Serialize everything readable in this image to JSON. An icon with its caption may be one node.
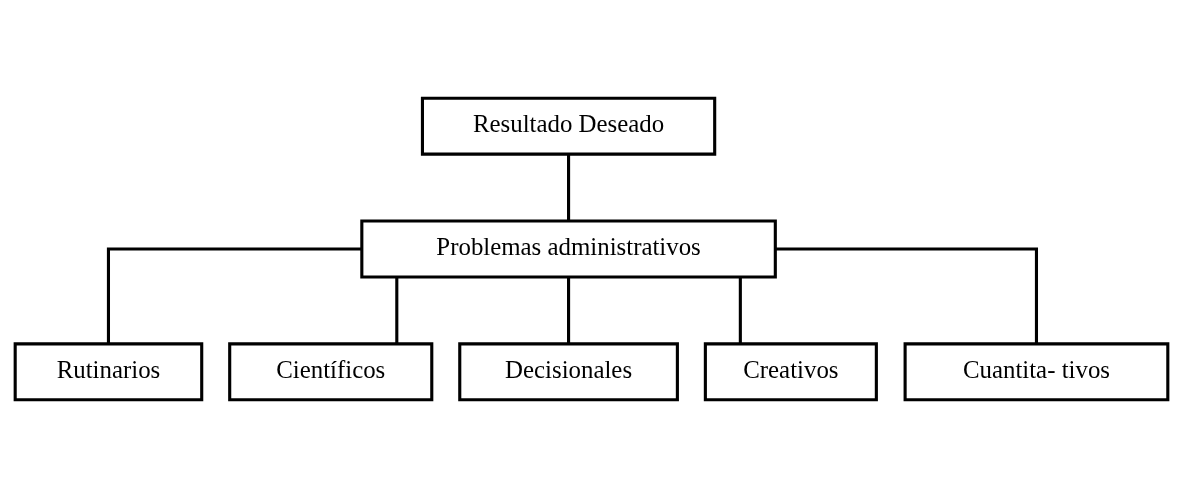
{
  "diagram": {
    "nodes": [
      {
        "text": [
          "Resultado Deseado"
        ]
      },
      {
        "text": [
          "Problemas administrativos"
        ]
      },
      {
        "text": [
          "Rutinarios"
        ]
      },
      {
        "text": [
          "Científicos"
        ]
      },
      {
        "text": [
          "Decisionales"
        ]
      },
      {
        "text": [
          "Creativos"
        ]
      },
      {
        "text": [
          "Cuantita- tivos"
        ]
      }
    ],
    "edges": [
      {
        "from": 0,
        "to": 1,
        "arrow": "none"
      },
      {
        "from": 1,
        "to": 2,
        "arrow": "none"
      },
      {
        "from": 1,
        "to": 3,
        "arrow": "none"
      },
      {
        "from": 1,
        "to": 4,
        "arrow": "none"
      },
      {
        "from": 1,
        "to": 5,
        "arrow": "none"
      },
      {
        "from": 1,
        "to": 6,
        "arrow": "none"
      }
    ]
  }
}
